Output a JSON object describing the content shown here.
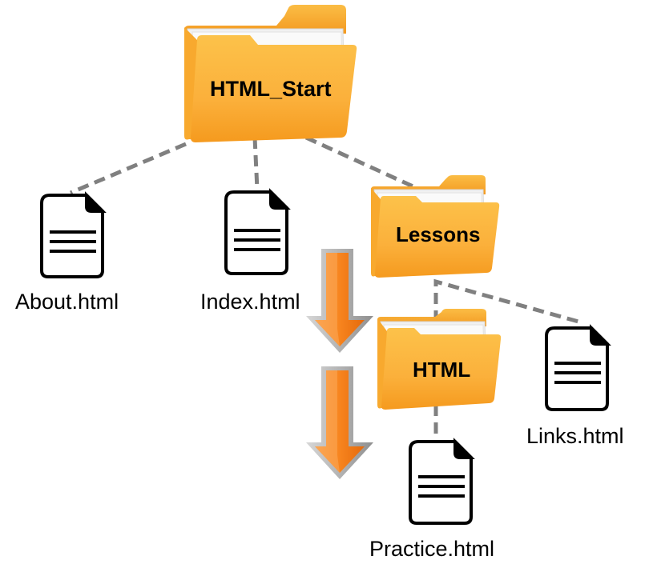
{
  "diagram": {
    "type": "file-tree",
    "colors": {
      "folder_front": "#fbb03b",
      "folder_back": "#f7a52a",
      "connector": "#808080",
      "arrow": "#f7841e",
      "arrow_border": "#a9a9a9",
      "file_stroke": "#000000"
    },
    "folders": {
      "root": {
        "label": "HTML_Start",
        "icon": "folder-icon"
      },
      "lessons": {
        "label": "Lessons",
        "icon": "folder-icon"
      },
      "html": {
        "label": "HTML",
        "icon": "folder-icon"
      }
    },
    "files": {
      "about": {
        "label": "About.html",
        "icon": "file-icon"
      },
      "index": {
        "label": "Index.html",
        "icon": "file-icon"
      },
      "links": {
        "label": "Links.html",
        "icon": "file-icon"
      },
      "practice": {
        "label": "Practice.html",
        "icon": "file-icon"
      }
    },
    "edges": [
      [
        "HTML_Start",
        "About.html"
      ],
      [
        "HTML_Start",
        "Index.html"
      ],
      [
        "HTML_Start",
        "Lessons"
      ],
      [
        "Lessons",
        "HTML"
      ],
      [
        "Lessons",
        "Links.html"
      ],
      [
        "HTML",
        "Practice.html"
      ]
    ],
    "arrows": [
      {
        "icon": "arrow-down-icon"
      },
      {
        "icon": "arrow-down-icon"
      }
    ]
  }
}
